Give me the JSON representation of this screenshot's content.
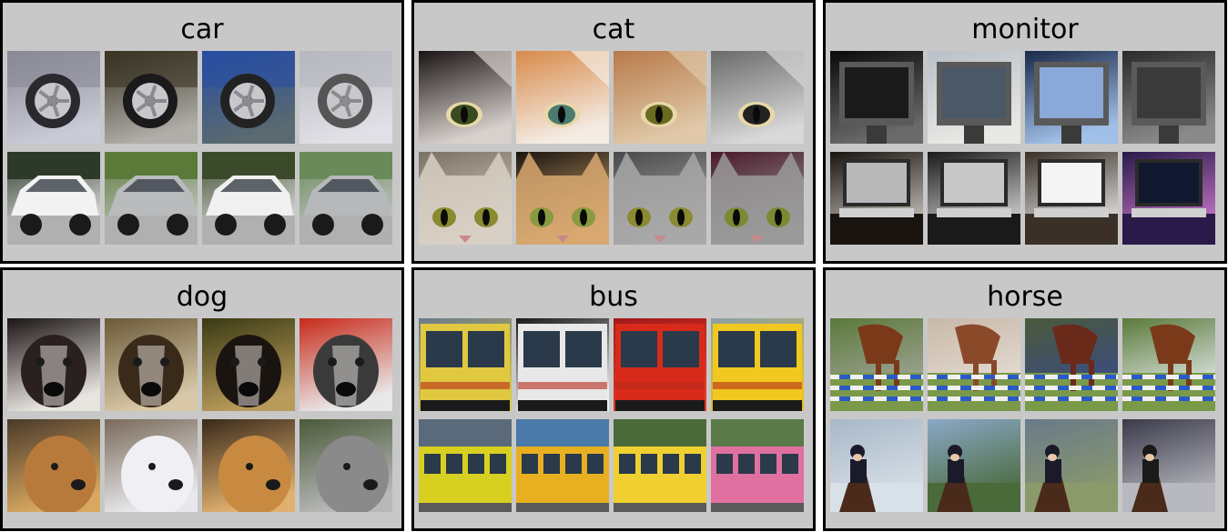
{
  "panels": [
    {
      "label": "car",
      "images": [
        {
          "name": "car-wheel-suv-image",
          "bg": [
            "#8a8a96",
            "#c9cbd6"
          ],
          "subject": "wheel",
          "fg": "#2a2a2e"
        },
        {
          "name": "car-wheel-silver-image",
          "bg": [
            "#3a3424",
            "#b0aea8"
          ],
          "subject": "wheel",
          "fg": "#1a1a1a"
        },
        {
          "name": "car-wheel-blue-image",
          "bg": [
            "#2a4ea0",
            "#5a6a70"
          ],
          "subject": "wheel",
          "fg": "#222"
        },
        {
          "name": "car-wheel-porsche-image",
          "bg": [
            "#b8b8c0",
            "#e0e0e6"
          ],
          "subject": "wheel",
          "fg": "#555"
        },
        {
          "name": "car-white-sedan-image",
          "bg": [
            "#2d3a2a",
            "#e8e8e8"
          ],
          "subject": "car",
          "fg": "#f2f2f2"
        },
        {
          "name": "car-silver-suv-image",
          "bg": [
            "#5b7a3a",
            "#c8cac8"
          ],
          "subject": "car",
          "fg": "#b9bbbd"
        },
        {
          "name": "car-white-wagon-image",
          "bg": [
            "#3c4a2c",
            "#e2e2e2"
          ],
          "subject": "car",
          "fg": "#f0f0f0"
        },
        {
          "name": "car-silver-hatch-image",
          "bg": [
            "#6a8a5a",
            "#c4c6c8"
          ],
          "subject": "car",
          "fg": "#b6b8ba"
        }
      ]
    },
    {
      "label": "cat",
      "images": [
        {
          "name": "cat-eye-black-white-image",
          "bg": [
            "#1a1414",
            "#d8d0cc"
          ],
          "subject": "eye",
          "fg": "#3a4a20"
        },
        {
          "name": "cat-eye-orange-image",
          "bg": [
            "#d88a4a",
            "#f4ece4"
          ],
          "subject": "eye",
          "fg": "#4a7a70"
        },
        {
          "name": "cat-eye-tabby-image",
          "bg": [
            "#b87a4a",
            "#e0c8a8"
          ],
          "subject": "eye",
          "fg": "#6a6a20"
        },
        {
          "name": "cat-eye-grey-image",
          "bg": [
            "#6a6a6a",
            "#d8d8d8"
          ],
          "subject": "eye",
          "fg": "#222"
        },
        {
          "name": "cat-face-tabby-white-image",
          "bg": [
            "#7a7064",
            "#d8d0c4"
          ],
          "subject": "eyes",
          "fg": "#8a8a30"
        },
        {
          "name": "cat-face-orange-dark-image",
          "bg": [
            "#1a1410",
            "#d8a870"
          ],
          "subject": "eyes",
          "fg": "#8a9a40"
        },
        {
          "name": "cat-face-grey-tabby-image",
          "bg": [
            "#4a4a4a",
            "#a8a8a8"
          ],
          "subject": "eyes",
          "fg": "#8a8a30"
        },
        {
          "name": "cat-face-grey-maroon-image",
          "bg": [
            "#4a1a2a",
            "#9a9a9a"
          ],
          "subject": "eyes",
          "fg": "#7a8a30"
        }
      ]
    },
    {
      "label": "monitor",
      "images": [
        {
          "name": "monitor-screen-software-image",
          "bg": [
            "#0a0a0a",
            "#6a6a6a"
          ],
          "subject": "screen",
          "fg": "#1a1a1a"
        },
        {
          "name": "monitor-crt-beige-image",
          "bg": [
            "#b8c0c8",
            "#e8e8e4"
          ],
          "subject": "screen",
          "fg": "#4a5868"
        },
        {
          "name": "monitor-screen-blue-image",
          "bg": [
            "#1a2a4a",
            "#a0c0e8"
          ],
          "subject": "screen",
          "fg": "#8aa8d8"
        },
        {
          "name": "monitor-crt-dark-image",
          "bg": [
            "#2a2a2a",
            "#8a8a8a"
          ],
          "subject": "screen",
          "fg": "#3a3a3a"
        },
        {
          "name": "monitor-laptop-desk-image",
          "bg": [
            "#1a1410",
            "#c8c4bc"
          ],
          "subject": "desk",
          "fg": "#b8b8b8"
        },
        {
          "name": "monitor-desktop-pc-image",
          "bg": [
            "#1a1a1a",
            "#d8d8d8"
          ],
          "subject": "desk",
          "fg": "#c8c8c8"
        },
        {
          "name": "monitor-crt-webpage-image",
          "bg": [
            "#3a3028",
            "#e8e8e8"
          ],
          "subject": "desk",
          "fg": "#f4f4f4"
        },
        {
          "name": "monitor-flat-pink-image",
          "bg": [
            "#2a1a4a",
            "#c878c8"
          ],
          "subject": "desk",
          "fg": "#101830"
        }
      ]
    },
    {
      "label": "dog",
      "images": [
        {
          "name": "dog-pitbull-face-image",
          "bg": [
            "#1a1414",
            "#e8e4e0"
          ],
          "subject": "dogface",
          "fg": "#2a2020"
        },
        {
          "name": "dog-mixed-face-image",
          "bg": [
            "#6a5a3a",
            "#d8c8a8"
          ],
          "subject": "dogface",
          "fg": "#3a2a1a"
        },
        {
          "name": "dog-shepherd-face-image",
          "bg": [
            "#3a3a14",
            "#b89a5a"
          ],
          "subject": "dogface",
          "fg": "#1a1410"
        },
        {
          "name": "dog-grey-face-image",
          "bg": [
            "#c82a1a",
            "#e8e8e8"
          ],
          "subject": "dogface",
          "fg": "#3a3a3a"
        },
        {
          "name": "dog-golden-side-image",
          "bg": [
            "#4a3a2a",
            "#d8a860"
          ],
          "subject": "dogside",
          "fg": "#b87a3a"
        },
        {
          "name": "dog-white-fluffy-image",
          "bg": [
            "#7a6a5a",
            "#e8e8ec"
          ],
          "subject": "dogside",
          "fg": "#f0f0f4"
        },
        {
          "name": "dog-golden-puppy-image",
          "bg": [
            "#3a2a1a",
            "#e0b070"
          ],
          "subject": "dogside",
          "fg": "#c88a40"
        },
        {
          "name": "dog-grey-collie-image",
          "bg": [
            "#4a5a3a",
            "#b8b8b8"
          ],
          "subject": "dogside",
          "fg": "#8a8a8a"
        }
      ]
    },
    {
      "label": "bus",
      "images": [
        {
          "name": "bus-yellow-front-image",
          "bg": [
            "#6a7a8a",
            "#d8c848"
          ],
          "subject": "bus",
          "fg": "#e0c840"
        },
        {
          "name": "bus-white-red-image",
          "bg": [
            "#1a1a1a",
            "#f0f0f0"
          ],
          "subject": "bus",
          "fg": "#e8e8e8"
        },
        {
          "name": "bus-red-doors-image",
          "bg": [
            "#a01a1a",
            "#e83a2a"
          ],
          "subject": "bus",
          "fg": "#d82a1a"
        },
        {
          "name": "bus-yellow-postbus-image",
          "bg": [
            "#8aa0a8",
            "#e8c020"
          ],
          "subject": "bus",
          "fg": "#f0c820"
        },
        {
          "name": "bus-yellow-side-image",
          "bg": [
            "#5a6a7a",
            "#e8d830"
          ],
          "subject": "busside",
          "fg": "#d8d020"
        },
        {
          "name": "bus-school-yellow-image",
          "bg": [
            "#4a7aa8",
            "#e8a820"
          ],
          "subject": "busside",
          "fg": "#e8b020"
        },
        {
          "name": "bus-postbus-yellow-image",
          "bg": [
            "#4a6a3a",
            "#f0d040"
          ],
          "subject": "busside",
          "fg": "#f0d030"
        },
        {
          "name": "bus-pink-side-image",
          "bg": [
            "#5a7a4a",
            "#e878a8"
          ],
          "subject": "busside",
          "fg": "#e070a0"
        }
      ]
    },
    {
      "label": "horse",
      "images": [
        {
          "name": "horse-jump-blue-rails-image",
          "bg": [
            "#5a7a3a",
            "#a8a8a0"
          ],
          "subject": "jump",
          "fg": "#7a3a1a"
        },
        {
          "name": "horse-jump-purple-rails-image",
          "bg": [
            "#c8b8a8",
            "#e8e0d8"
          ],
          "subject": "jump",
          "fg": "#8a4a2a"
        },
        {
          "name": "horse-jump-striped-rails-image",
          "bg": [
            "#4a5a3a",
            "#3a4a8a"
          ],
          "subject": "jump",
          "fg": "#6a2a1a"
        },
        {
          "name": "horse-jump-white-rails-image",
          "bg": [
            "#5a7a3a",
            "#e8eef0"
          ],
          "subject": "jump",
          "fg": "#7a3a1a"
        },
        {
          "name": "horse-rider-sky-image",
          "bg": [
            "#a8b8c8",
            "#d8e0e8"
          ],
          "subject": "rider",
          "fg": "#1a1a2a"
        },
        {
          "name": "horse-rider-trees-image",
          "bg": [
            "#8aa8c8",
            "#4a6a3a"
          ],
          "subject": "rider",
          "fg": "#1a1a2a"
        },
        {
          "name": "horse-rider-town-image",
          "bg": [
            "#6a7a8a",
            "#8a9a6a"
          ],
          "subject": "rider",
          "fg": "#1a1a2a"
        },
        {
          "name": "horse-rider-white-horse-image",
          "bg": [
            "#3a3a4a",
            "#b8b8c0"
          ],
          "subject": "rider",
          "fg": "#1a1a1a"
        }
      ]
    }
  ]
}
